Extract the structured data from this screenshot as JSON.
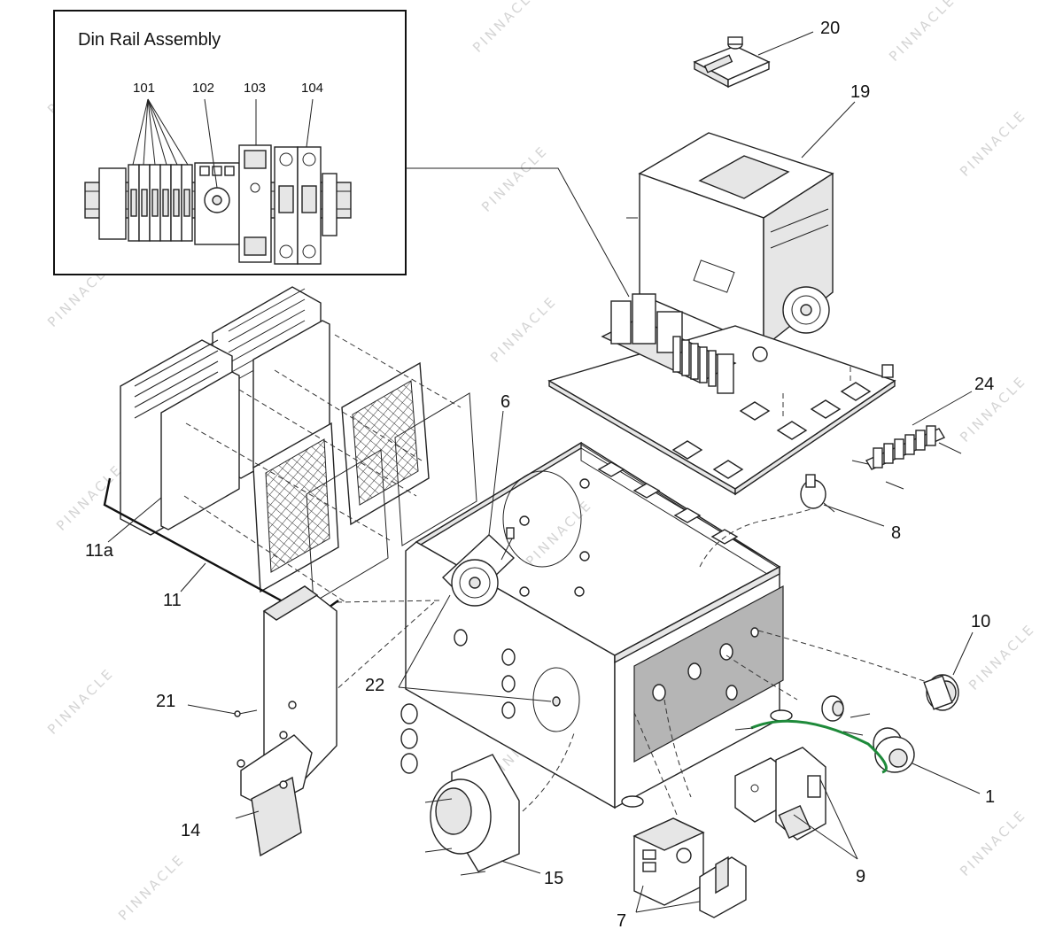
{
  "inset": {
    "title": "Din Rail Assembly",
    "callouts": [
      "101",
      "102",
      "103",
      "104"
    ]
  },
  "callouts": {
    "c1": "1",
    "c6": "6",
    "c7": "7",
    "c8": "8",
    "c9": "9",
    "c10": "10",
    "c11": "11",
    "c11a": "11a",
    "c14": "14",
    "c15": "15",
    "c19": "19",
    "c20": "20",
    "c21": "21",
    "c22": "22",
    "c24": "24"
  },
  "watermark": {
    "text": "PINNACLE"
  },
  "colors": {
    "earth_wire": "#1e8a3a",
    "panel_grey": "#b5b5b5"
  }
}
